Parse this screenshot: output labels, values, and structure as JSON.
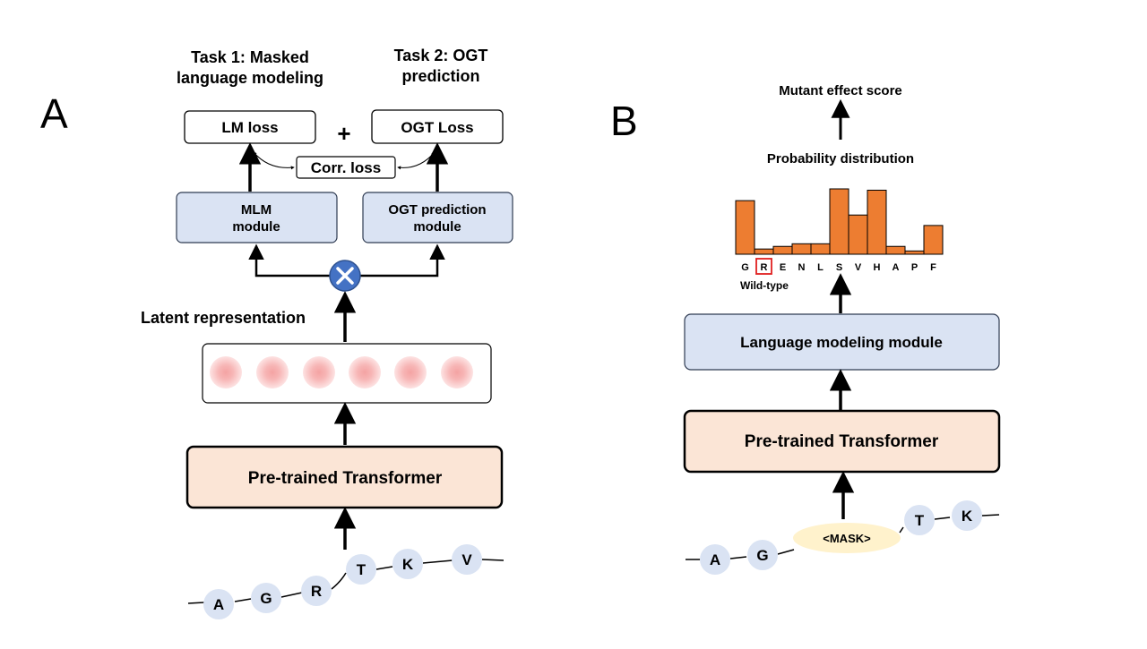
{
  "panel_a": {
    "letter": "A",
    "task1_line1": "Task 1: Masked",
    "task1_line2": "language modeling",
    "task2_line1": "Task 2: OGT",
    "task2_line2": "prediction",
    "lm_loss": "LM loss",
    "plus": "+",
    "ogt_loss": "OGT Loss",
    "corr_loss": "Corr. loss",
    "mlm_line1": "MLM",
    "mlm_line2": "module",
    "ogt_module_line1": "OGT prediction",
    "ogt_module_line2": "module",
    "latent_label": "Latent representation",
    "transformer": "Pre-trained  Transformer",
    "sequence": [
      "A",
      "G",
      "R",
      "T",
      "K",
      "V"
    ]
  },
  "panel_b": {
    "letter": "B",
    "mutant_score": "Mutant effect score",
    "prob_dist": "Probability distribution",
    "distribution": {
      "residues": [
        "G",
        "R",
        "E",
        "N",
        "L",
        "S",
        "V",
        "H",
        "A",
        "P",
        "F"
      ],
      "values": [
        0.82,
        0.08,
        0.12,
        0.16,
        0.16,
        1.0,
        0.6,
        0.98,
        0.12,
        0.05,
        0.44
      ],
      "wild_type_index": 1,
      "bar_color": "#ed7d31"
    },
    "wild_type_label": "Wild-type",
    "lm_module": "Language modeling module",
    "transformer": "Pre-trained  Transformer",
    "mask_token": "<MASK>",
    "sequence_left": [
      "A",
      "G"
    ],
    "sequence_right": [
      "T",
      "K"
    ]
  },
  "colors": {
    "module_fill": "#dae3f3",
    "transformer_fill": "#fbe5d6",
    "token_fill": "#dae3f3",
    "mask_fill": "#fff2cc",
    "combine_fill": "#4472c4",
    "wild_type_box": "#e02020"
  }
}
